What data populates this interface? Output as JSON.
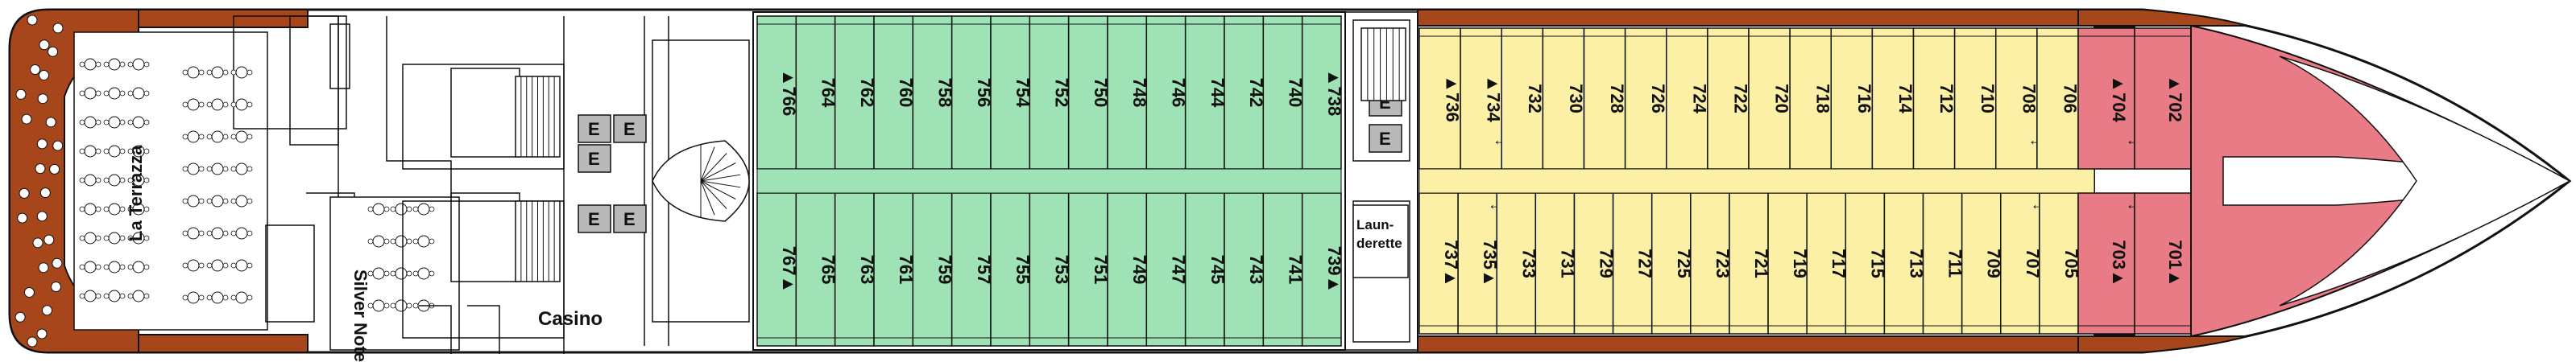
{
  "venues": {
    "la_terrazza": "La Terrazza",
    "silver_note": "Silver Note",
    "casino": "Casino",
    "launderette": "Laun-\nderette",
    "elevator": "E",
    "launderette_line1": "Laun-",
    "launderette_line2": "derette"
  },
  "cabin_categories": {
    "green_top": [
      "766",
      "764",
      "762",
      "760",
      "758",
      "756",
      "754",
      "752",
      "750",
      "748",
      "746",
      "744",
      "742",
      "740",
      "738"
    ],
    "green_bottom": [
      "767",
      "765",
      "763",
      "761",
      "759",
      "757",
      "755",
      "753",
      "751",
      "749",
      "747",
      "745",
      "743",
      "741",
      "739"
    ],
    "yellow_top": [
      "736",
      "734",
      "732",
      "730",
      "728",
      "726",
      "724",
      "722",
      "720",
      "718",
      "716",
      "714",
      "712",
      "710",
      "708",
      "706"
    ],
    "yellow_bottom": [
      "737",
      "735",
      "733",
      "731",
      "729",
      "727",
      "725",
      "723",
      "721",
      "719",
      "717",
      "715",
      "713",
      "711",
      "709",
      "707",
      "705"
    ],
    "pink_top": [
      "704",
      "702"
    ],
    "pink_bottom": [
      "703",
      "701"
    ]
  },
  "colors": {
    "green": "#9fe2b5",
    "yellow": "#fbf0a6",
    "pink": "#e87b86",
    "hull": "#a8461b",
    "elevator": "#b9b9b9"
  },
  "markers": {
    "triangle_top": [
      "766",
      "738",
      "736",
      "734",
      "704",
      "702"
    ],
    "triangle_bottom": [
      "767",
      "739",
      "737",
      "735",
      "703",
      "701"
    ],
    "connecting_top": [
      "734",
      "708",
      "704"
    ],
    "connecting_bottom": [
      "735",
      "707",
      "703"
    ]
  }
}
